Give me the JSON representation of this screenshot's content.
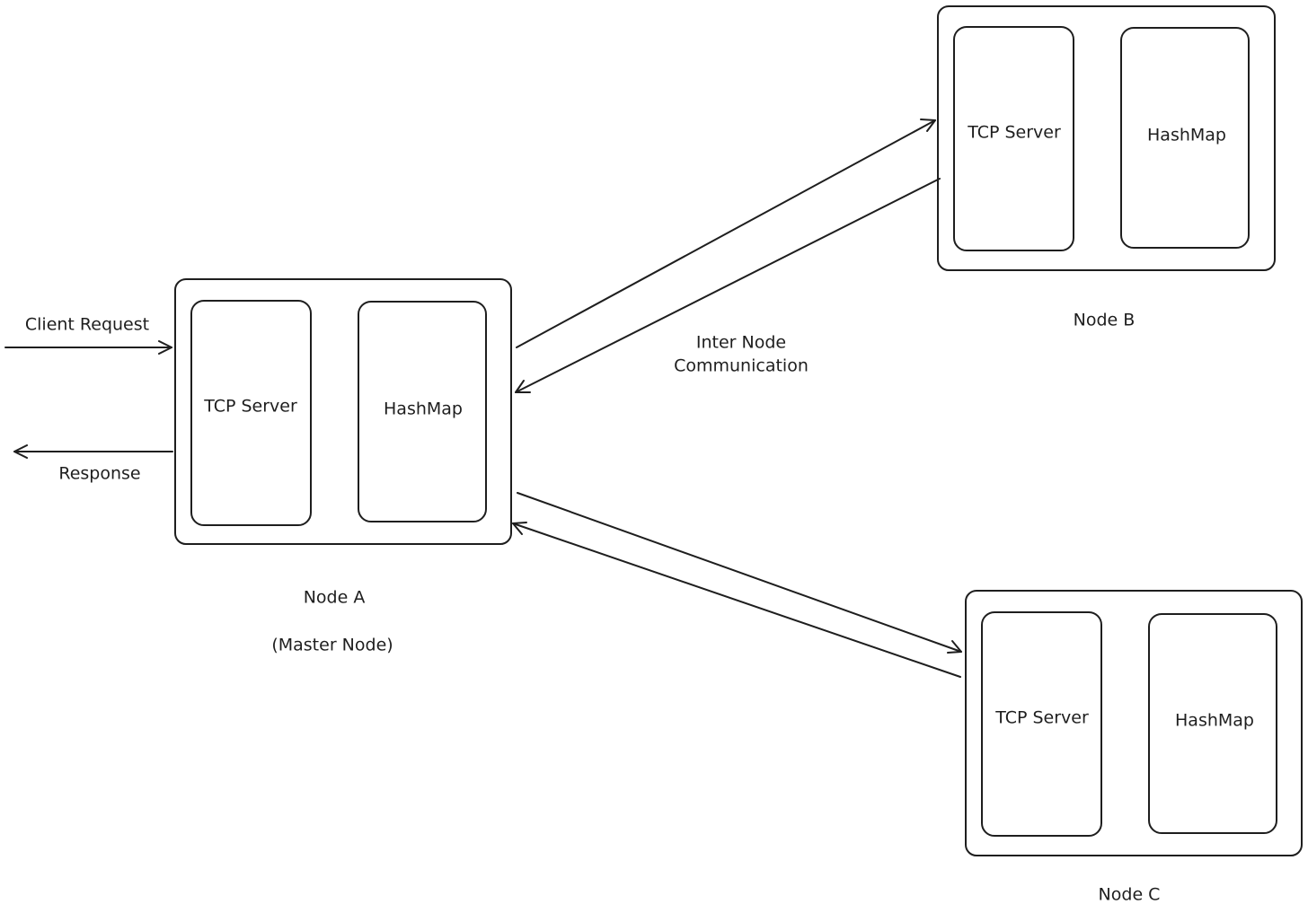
{
  "nodes": {
    "a": {
      "tcp_label": "TCP Server",
      "map_label": "HashMap",
      "name": "Node A",
      "role": "(Master Node)"
    },
    "b": {
      "tcp_label": "TCP Server",
      "map_label": "HashMap",
      "name": "Node B"
    },
    "c": {
      "tcp_label": "TCP Server",
      "map_label": "HashMap",
      "name": "Node C"
    }
  },
  "edges": {
    "client_request": "Client Request",
    "response": "Response",
    "inter_node_line1": "Inter Node",
    "inter_node_line2": "Communication"
  }
}
